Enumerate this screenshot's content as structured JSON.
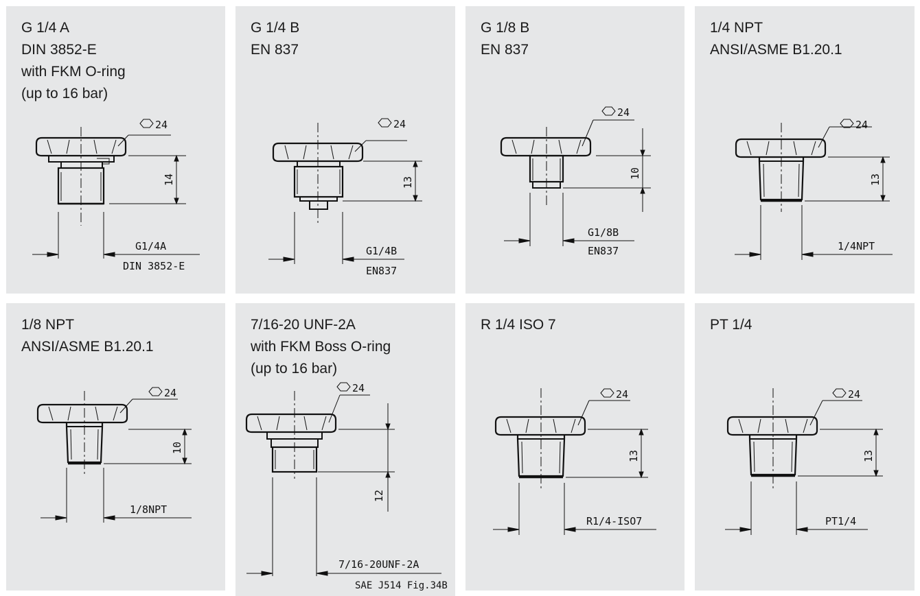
{
  "cards": [
    {
      "lines": [
        "G 1/4 A",
        "DIN 3852-E",
        "with FKM O-ring",
        "(up to 16 bar)"
      ],
      "dia": "24",
      "height": "14",
      "thread1": "G1/4A",
      "thread2": "DIN 3852-E"
    },
    {
      "lines": [
        "G 1/4 B",
        "EN 837"
      ],
      "dia": "24",
      "height": "13",
      "thread1": "G1/4B",
      "thread2": "EN837"
    },
    {
      "lines": [
        "G 1/8 B",
        "EN 837"
      ],
      "dia": "24",
      "height": "10",
      "thread1": "G1/8B",
      "thread2": "EN837"
    },
    {
      "lines": [
        "1/4 NPT",
        "ANSI/ASME B1.20.1"
      ],
      "dia": "24",
      "height": "13",
      "thread1": "1/4NPT"
    },
    {
      "lines": [
        "1/8 NPT",
        "ANSI/ASME B1.20.1"
      ],
      "dia": "24",
      "height": "10",
      "thread1": "1/8NPT"
    },
    {
      "lines": [
        "7/16-20 UNF-2A",
        "with FKM Boss O-ring",
        "(up to 16 bar)"
      ],
      "dia": "24",
      "height": "12",
      "thread1": "7/16-20UNF-2A",
      "thread2": "SAE J514 Fig.34B"
    },
    {
      "lines": [
        "R 1/4 ISO 7"
      ],
      "dia": "24",
      "height": "13",
      "thread1": "R1/4-ISO7"
    },
    {
      "lines": [
        "PT 1/4"
      ],
      "dia": "24",
      "height": "13",
      "thread1": "PT1/4"
    }
  ],
  "colors": {
    "panel": "#e6e7e8",
    "line": "#111111",
    "text": "#1a1a1a"
  }
}
